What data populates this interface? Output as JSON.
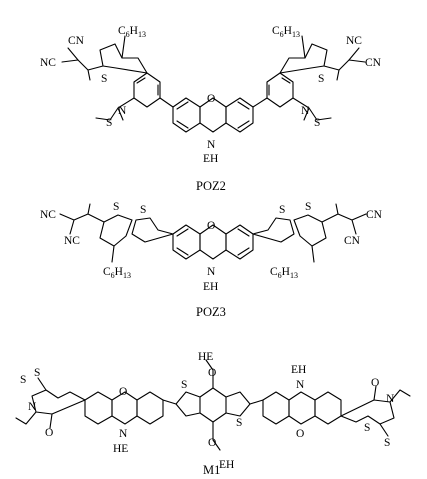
{
  "molecules": [
    {
      "name": "POZ2",
      "alkyl_left": "C6H13",
      "alkyl_right": "C6H13",
      "nitrile": "CN",
      "nitrile_alt": "NC",
      "ring_atoms": {
        "O": "O",
        "N": "N",
        "S": "S"
      },
      "n_substituent": "EH"
    },
    {
      "name": "POZ3",
      "alkyl_left": "C6H13",
      "alkyl_right": "C6H13",
      "nitrile": "CN",
      "nitrile_alt": "NC",
      "ring_atoms": {
        "O": "O",
        "N": "N",
        "S": "S"
      },
      "n_substituent": "EH"
    },
    {
      "name": "M1",
      "ring_atoms": {
        "O": "O",
        "N": "N",
        "S": "S"
      },
      "substituent_top": "HE",
      "substituent_bottom": "EH",
      "n_substituent_left": "HE",
      "n_substituent_right": "EH"
    }
  ]
}
